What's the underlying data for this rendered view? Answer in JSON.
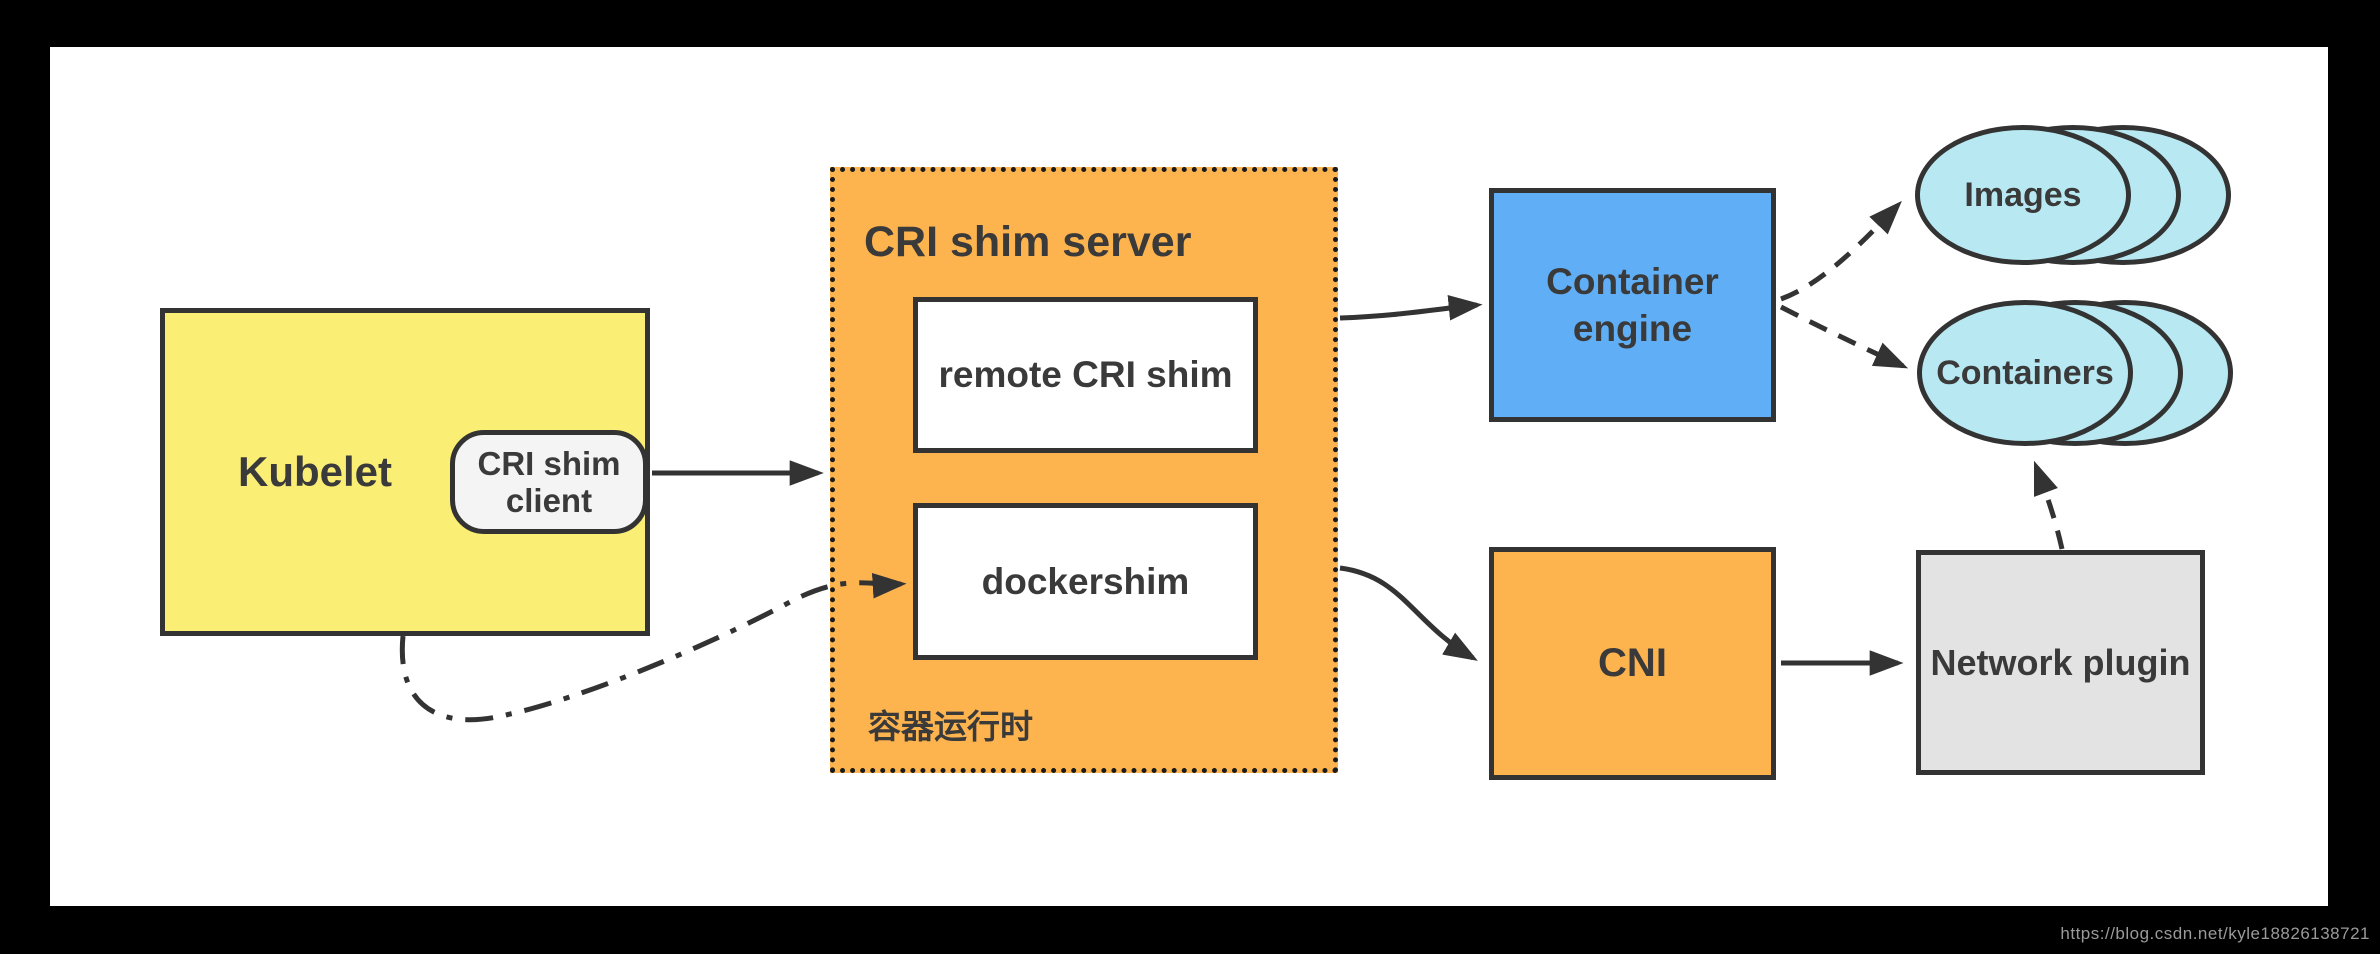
{
  "nodes": {
    "kubelet": {
      "label": "Kubelet",
      "fill": "#FBEE74"
    },
    "cri_shim_client": {
      "label": "CRI shim client",
      "fill": "#F4F4F4"
    },
    "cri_shim_server": {
      "title": "CRI shim server",
      "footer": "容器运行时",
      "fill": "#FDB44E",
      "border_style": "dotted"
    },
    "remote_cri_shim": {
      "label": "remote CRI shim",
      "fill": "#FFFFFF"
    },
    "dockershim": {
      "label": "dockershim",
      "fill": "#FFFFFF"
    },
    "container_engine": {
      "label": "Container engine",
      "fill": "#60AFF6"
    },
    "cni": {
      "label": "CNI",
      "fill": "#FDB44E"
    },
    "network_plugin": {
      "label": "Network plugin",
      "fill": "#E3E3E3"
    },
    "images": {
      "label": "Images",
      "fill": "#B8E9F2",
      "stack_count": 3
    },
    "containers": {
      "label": "Containers",
      "fill": "#B8E9F2",
      "stack_count": 3
    }
  },
  "edges": [
    {
      "from": "CRI shim client",
      "to": "CRI shim server",
      "style": "solid"
    },
    {
      "from": "Kubelet",
      "to": "dockershim",
      "style": "dash-dot"
    },
    {
      "from": "CRI shim server",
      "to": "Container engine",
      "style": "solid"
    },
    {
      "from": "CRI shim server",
      "to": "CNI",
      "style": "solid"
    },
    {
      "from": "CNI",
      "to": "Network plugin",
      "style": "solid"
    },
    {
      "from": "Container engine",
      "to": "Images",
      "style": "dashed"
    },
    {
      "from": "Container engine",
      "to": "Containers",
      "style": "dashed"
    },
    {
      "from": "Network plugin",
      "to": "Containers",
      "style": "dashed"
    }
  ],
  "colors": {
    "frame": "#000000",
    "canvas": "#FFFFFF",
    "stroke": "#333333",
    "text": "#3A3A3A",
    "watermark_text": "#9A9A9A"
  },
  "watermark": "https://blog.csdn.net/kyle18826138721"
}
